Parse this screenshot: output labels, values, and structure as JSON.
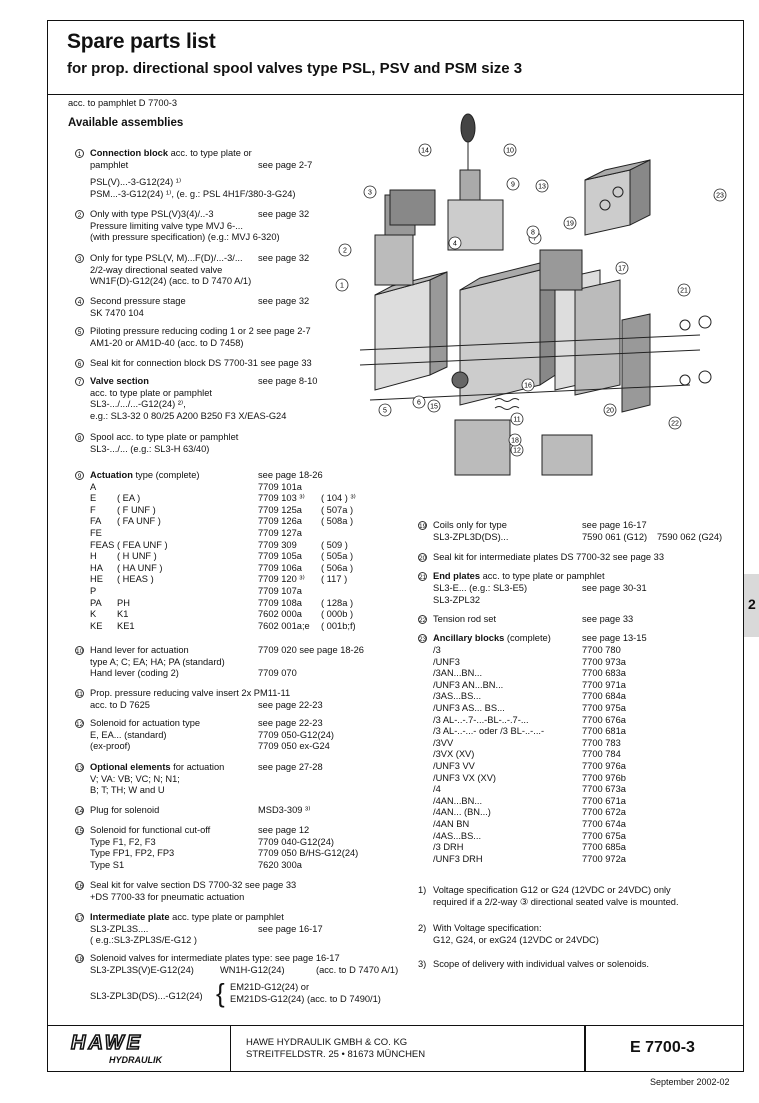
{
  "header": {
    "title": "Spare parts list",
    "subtitle": "for prop. directional spool valves type PSL, PSV and PSM size 3"
  },
  "intro": {
    "pamphlet": "acc. to pamphlet D 7700-3",
    "heading": "Available assemblies"
  },
  "left_items": [
    {
      "n": "1",
      "lines": [
        {
          "t": "Connection block",
          "b": true,
          "rest": " acc. to type plate or"
        },
        {
          "t": "pamphlet"
        }
      ],
      "right": "see page 2-7",
      "extra": [
        "PSL(V)...-3-G12(24) ¹⁾",
        "PSM...-3-G12(24) ¹⁾, (e. g.: PSL 4H1F/380-3-G24)"
      ]
    },
    {
      "n": "2",
      "lines": [
        {
          "t": "Only with type PSL(V)3(4)/..-3"
        },
        {
          "t": "Pressure limiting valve type MVJ 6-..."
        },
        {
          "t": "(with pressure specification) (e.g.: MVJ 6-320)"
        }
      ],
      "right": "see page 32"
    },
    {
      "n": "3",
      "lines": [
        {
          "t": "Only for type PSL(V, M)...F(D)/...-3/..."
        },
        {
          "t": "2/2-way directional seated valve"
        },
        {
          "t": "WN1F(D)-G12(24) (acc. to D 7470 A/1)"
        }
      ],
      "right": "see page 32"
    },
    {
      "n": "4",
      "lines": [
        {
          "t": "Second pressure stage"
        },
        {
          "t": "SK 7470 104"
        }
      ],
      "right": "see page 32"
    },
    {
      "n": "5",
      "lines": [
        {
          "t": "Piloting pressure reducing coding 1 or 2 see page 2-7"
        },
        {
          "t": "AM1-20 or AM1D-40 (acc. to D 7458)"
        }
      ]
    },
    {
      "n": "6",
      "lines": [
        {
          "t": "Seal kit for connection block DS 7700-31 see page 33"
        }
      ]
    },
    {
      "n": "7",
      "lines": [
        {
          "t": "Valve section",
          "b": true
        },
        {
          "t": "acc. to type plate or pamphlet"
        },
        {
          "t": "SL3-.../.../...-G12(24) ²⁾,"
        },
        {
          "t": "e.g.: SL3-32 0 80/25 A200 B250 F3 X/EAS-G24"
        }
      ],
      "right": "see page 8-10"
    },
    {
      "n": "8",
      "lines": [
        {
          "t": "Spool acc. to type plate or pamphlet"
        },
        {
          "t": "SL3-.../... (e.g.: SL3-H 63/40)"
        }
      ]
    }
  ],
  "actuation": {
    "n": "9",
    "title": "Actuation",
    "title_rest": " type (complete)",
    "see": "see page 18-26",
    "rows": [
      [
        "A",
        "",
        "7709 101a",
        ""
      ],
      [
        "E",
        "( EA )",
        "7709 103 ³⁾",
        "( 104 ) ³⁾"
      ],
      [
        "F",
        "( F UNF )",
        "7709 125a",
        "( 507a )"
      ],
      [
        "FA",
        "( FA UNF )",
        "7709 126a",
        "( 508a )"
      ],
      [
        "FE",
        "",
        "7709 127a",
        ""
      ],
      [
        "FEAS",
        "( FEA UNF )",
        "7709 309",
        "( 509 )"
      ],
      [
        "H",
        "( H UNF )",
        "7709 105a",
        "( 505a )"
      ],
      [
        "HA",
        "( HA UNF )",
        "7709 106a",
        "( 506a )"
      ],
      [
        "HE",
        "( HEAS )",
        "7709 120 ³⁾",
        "( 117 )"
      ],
      [
        "P",
        "",
        "7709 107a",
        ""
      ],
      [
        "PA",
        "PH",
        "7709 108a",
        "( 128a )"
      ],
      [
        "K",
        "K1",
        "7602 000a",
        "( 000b )"
      ],
      [
        "KE",
        "KE1",
        "7602 001a;e",
        "( 001b;f)"
      ]
    ]
  },
  "lower_left": [
    {
      "n": "10",
      "lines": [
        "Hand lever for actuation",
        "type A; C; EA; HA; PA (standard)",
        "Hand lever (coding 2)"
      ],
      "c2": [
        "7709 020 see page 18-26",
        "",
        "7709 070"
      ]
    },
    {
      "n": "11",
      "lines": [
        "Prop. pressure reducing valve insert 2x PM11-11",
        "acc. to D 7625"
      ],
      "c2": [
        "",
        "see page 22-23"
      ]
    },
    {
      "n": "12",
      "lines": [
        "Solenoid for actuation type",
        "E, EA... (standard)",
        "(ex-proof)"
      ],
      "c2": [
        "see page 22-23",
        "7709 050-G12(24)",
        "7709 050 ex-G24"
      ]
    },
    {
      "n": "13",
      "lines": [
        "Optional elements for actuation",
        "V; VA: VB; VC; N; N1;",
        "B; T; TH; W and U"
      ],
      "c2": [
        "see page 27-28",
        "",
        ""
      ],
      "bold_first": "Optional elements"
    },
    {
      "n": "14",
      "lines": [
        "Plug for solenoid"
      ],
      "c2": [
        "MSD3-309 ³⁾"
      ]
    },
    {
      "n": "15",
      "lines": [
        "Solenoid for functional cut-off",
        "Type F1, F2, F3",
        "Type FP1, FP2, FP3",
        "Type S1"
      ],
      "c2": [
        "see page 12",
        "7709 040-G12(24)",
        "7709 050 B/HS-G12(24)",
        "7620 300a"
      ]
    },
    {
      "n": "16",
      "lines": [
        "Seal kit for valve section DS 7700-32 see page 33",
        "+DS 7700-33 for pneumatic actuation"
      ],
      "c2": [
        "",
        ""
      ]
    },
    {
      "n": "17",
      "lines": [
        "Intermediate plate acc. type plate or pamphlet",
        "SL3-ZPL3S....",
        "( e.g.:SL3-ZPL3S/E-G12 )"
      ],
      "c2": [
        "",
        "see page 16-17",
        ""
      ],
      "bold_first": "Intermediate plate"
    },
    {
      "n": "18",
      "lines": [
        "Solenoid valves for intermediate plates type: see page 16-17",
        "SL3-ZPL3S(V)E-G12(24)"
      ],
      "c2": [
        "",
        ""
      ]
    }
  ],
  "item18": {
    "a_mid": "WN1H-G12(24)",
    "a_right": "(acc. to D 7470 A/1)",
    "b_left": "SL3-ZPL3D(DS)...-G12(24)",
    "b_1": "EM21D-G12(24) or",
    "b_2": "EM21DS-G12(24)  (acc. to D 7490/1)"
  },
  "right_items": {
    "i19": {
      "n": "19",
      "l1": "Coils only for type",
      "l1r": "see page 16-17",
      "l2": "SL3-ZPL3D(DS)...",
      "l2a": "7590 061 (G12)",
      "l2b": "7590 062 (G24)"
    },
    "i20": {
      "n": "20",
      "l1": "Seal kit for intermediate plates DS 7700-32 see page 33"
    },
    "i21": {
      "n": "21",
      "b": "End plates",
      "rest": " acc. to type plate or pamphlet",
      "l2": "SL3-E... (e.g.: SL3-E5)",
      "l2r": "see page 30-31",
      "l3": "SL3-ZPL32"
    },
    "i22": {
      "n": "22",
      "l1": "Tension rod set",
      "l1r": "see page 33"
    },
    "i23": {
      "n": "23",
      "b": "Ancillary blocks",
      "rest": " (complete)",
      "see": "see page 13-15"
    }
  },
  "ancillary_rows": [
    [
      "/3",
      "7700 780"
    ],
    [
      "/UNF3",
      "7700 973a"
    ],
    [
      "/3AN...BN...",
      "7700 683a"
    ],
    [
      "/UNF3 AN...BN...",
      "7700 971a"
    ],
    [
      "/3AS...BS...",
      "7700 684a"
    ],
    [
      "/UNF3 AS... BS...",
      "7700 975a"
    ],
    [
      "/3 AL-..-.7-...-BL-..-.7-...",
      "7700 676a"
    ],
    [
      "/3 AL-..-...- oder /3 BL-..-...-",
      "7700 681a"
    ],
    [
      "/3VV",
      "7700 783"
    ],
    [
      "/3VX (XV)",
      "7700 784"
    ],
    [
      "/UNF3 VV",
      "7700 976a"
    ],
    [
      "/UNF3 VX (XV)",
      "7700 976b"
    ],
    [
      "/4",
      "7700 673a"
    ],
    [
      "/4AN...BN...",
      "7700 671a"
    ],
    [
      "/4AN... (BN...)",
      "7700 672a"
    ],
    [
      "/4AN  BN",
      "7700 674a"
    ],
    [
      "/4AS...BS...",
      "7700 675a"
    ],
    [
      "/3 DRH",
      "7700 685a"
    ],
    [
      "/UNF3 DRH",
      "7700 972a"
    ]
  ],
  "footnotes": [
    {
      "n": "1)",
      "l1": "Voltage specification G12 or G24 (12VDC or 24VDC) only",
      "l2": "required if a 2/2-way ③ directional seated valve is mounted."
    },
    {
      "n": "2)",
      "l1": "With Voltage specification:",
      "l2": "G12, G24, or exG24 (12VDC or 24VDC)"
    },
    {
      "n": "3)",
      "l1": "Scope of delivery with individual valves or solenoids.",
      "l2": ""
    }
  ],
  "side_tab": "2",
  "footer": {
    "logo_top": "HAWE",
    "logo_bottom": "HYDRAULIK",
    "company": "HAWE HYDRAULIK GMBH & CO. KG",
    "address": "STREITFELDSTR. 25 • 81673 MÜNCHEN",
    "doc": "E 7700-3",
    "date": "September 2002-02"
  },
  "diagram_callouts": [
    "1",
    "2",
    "3",
    "4",
    "5",
    "6",
    "7",
    "8",
    "9",
    "10",
    "11",
    "12",
    "13",
    "14",
    "15",
    "16",
    "17",
    "18",
    "19",
    "20",
    "21",
    "22",
    "23"
  ]
}
